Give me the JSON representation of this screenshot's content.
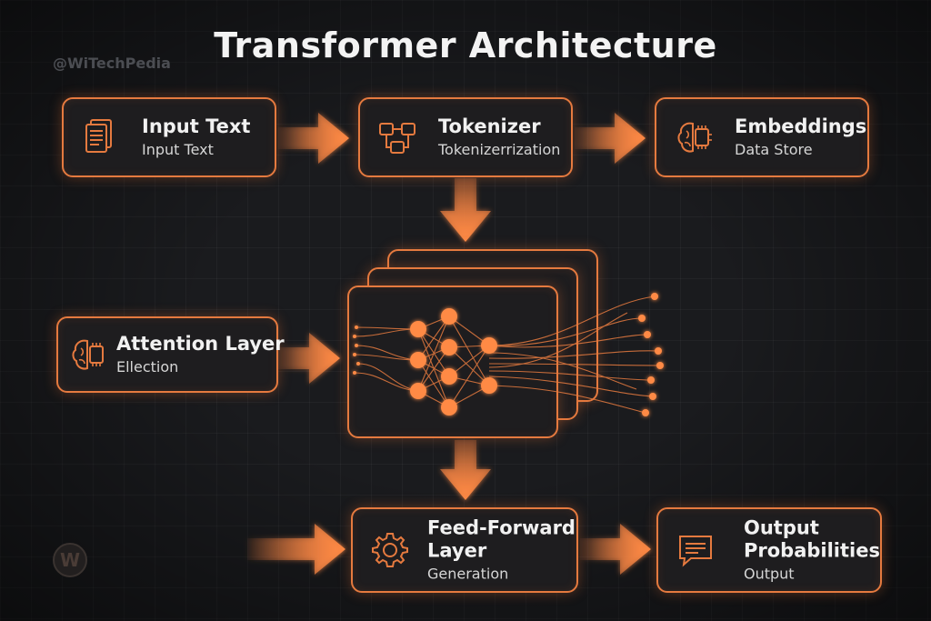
{
  "title": "Transformer Architecture",
  "watermark": "@WiTechPedia",
  "logo_letter": "W",
  "accent_color": "#e57a3f",
  "nodes": {
    "input_text": {
      "label": "Input Text",
      "sub": "Input Text",
      "icon": "document-icon"
    },
    "tokenizer": {
      "label": "Tokenizer",
      "sub": "Tokenizerrization",
      "icon": "flow-blocks-icon"
    },
    "embeddings": {
      "label": "Embeddings",
      "sub": "Data Store",
      "icon": "brain-chip-icon"
    },
    "attention": {
      "label": "Attention Layer",
      "sub": "Ellection",
      "icon": "brain-chip-icon"
    },
    "feed_forward": {
      "label": "Feed-Forward",
      "label2": "Layer",
      "sub": "Generation",
      "icon": "gear-icon"
    },
    "output": {
      "label": "Output",
      "label2": "Probabilities",
      "sub": "Output",
      "icon": "chat-icon"
    }
  }
}
